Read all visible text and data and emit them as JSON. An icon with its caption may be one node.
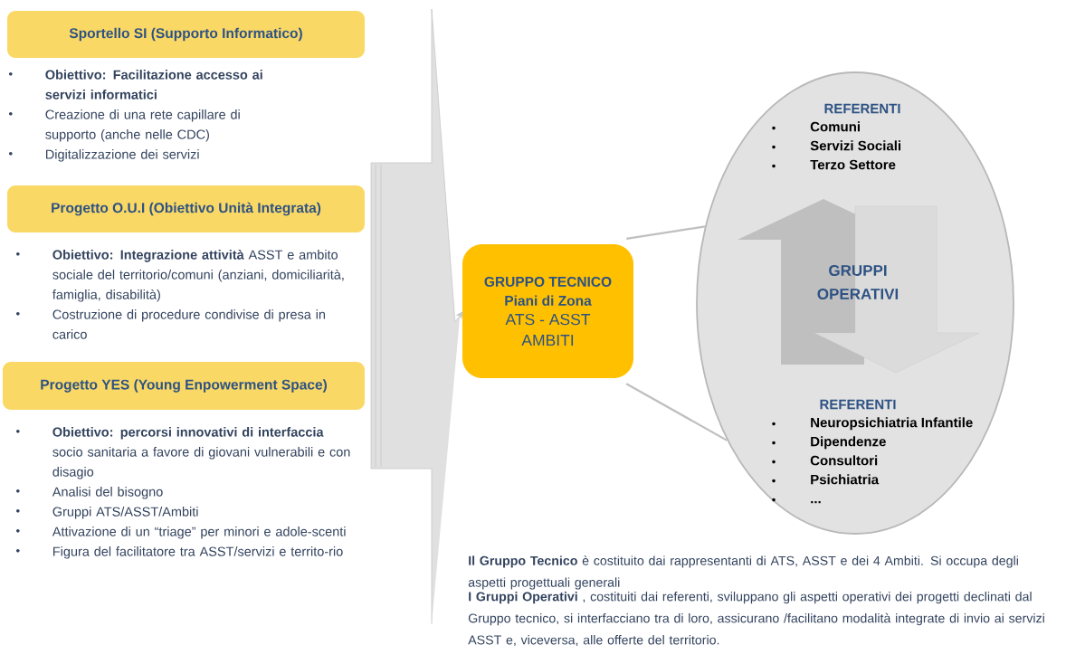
{
  "diagram": {
    "nodes": [
      {
        "text": [
          "Sportello SI (Supporto Informatico)"
        ],
        "beside": [
          "Obiettivo: Facilitazione accesso ai servizi informatici",
          "Creazione di una rete capillare di supporto (anche nelle CDC)",
          "Digitalizzazione dei servizi"
        ]
      },
      {
        "text": [
          "Progetto O.U.I (Obiettivo Unità Integrata)"
        ],
        "beside": [
          "**Obiettivo: Integrazione attività** ASST e ambito sociale del territorio/comuni (anziani, domiciliarità, famiglia, disabilità)",
          "Costruzione di procedure condivise di presa in carico"
        ]
      },
      {
        "text": [
          "Progetto YES (Young Enpowerment Space)"
        ],
        "beside": [
          "**Obiettivo: percorsi innovativi di interfaccia** socio sanitaria a favore di giovani vulnerabili e con disagio",
          "Analisi del bisogno",
          "Gruppi ATS/ASST/Ambiti",
          "Attivazione di un “triage” per minori e adole-scenti",
          "Figura del facilitatore tra ASST/servizi e territo-rio"
        ]
      },
      {
        "text": [
          "GRUPPO TECNICO Piani di Zona",
          "ATS - ASST AMBITI"
        ]
      },
      {
        "text": [
          "REFERENTI",
          "Comuni",
          "Servizi Sociali",
          "Terzo Settore",
          "REFERENTI",
          "Neuropsichiatria Infantile",
          "Dipendenze",
          "Consultori",
          "Psichiatria",
          "..."
        ]
      },
      {
        "text": [
          "GRUPPI OPERATIVI"
        ],
        "in": 4
      }
    ],
    "edges": [
      {
        "from": null,
        "to": 3,
        "arrow": "to"
      },
      {
        "from": 3,
        "to": 4,
        "arrow": "none"
      },
      {
        "from": 3,
        "to": 4,
        "arrow": "none"
      }
    ],
    "labels": [
      "**Il Gruppo Tecnico** è costituito dai rappresentanti di ATS, ASST e dei 4 Ambiti. Si occupa degli aspetti progettuali generali",
      "**I Gruppi Operativi** , costituiti dai referenti, sviluppano gli aspetti operativi dei progetti declinati dal Gruppo tecnico, si interfacciano tra di loro, assicurano /facilitano modalità integrate di invio ai servizi ASST e, viceversa, alle offerte del territorio."
    ]
  }
}
